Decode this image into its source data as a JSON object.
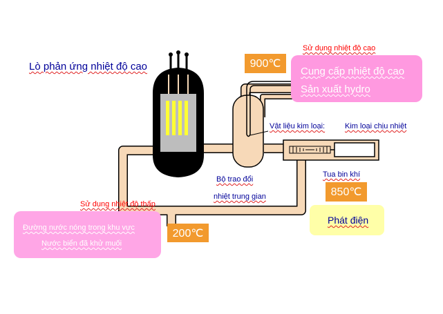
{
  "reactor": {
    "title": "Lò phản ứng nhiệt độ cao"
  },
  "high_temp": {
    "heading": "Sử dụng nhiệt độ cao",
    "temperature": "900℃",
    "line1": "Cung cấp nhiệt độ cao",
    "line2": "Sản xuất hydro"
  },
  "material": {
    "label": "Vật liệu kim loại:",
    "value": "Kim loại chịu nhiệt"
  },
  "exchanger": {
    "line1": "Bộ trao đổi",
    "line2": "nhiệt trung gian"
  },
  "turbine": {
    "label": "Tua bin khí",
    "temperature": "850℃",
    "output": "Phát điện"
  },
  "low_temp": {
    "heading": "Sử dụng nhiệt độ thấp",
    "temperature": "200℃",
    "line1": "Đường nước nóng trong khu vực",
    "line2": "Nước biển đã khử muối"
  },
  "colors": {
    "pipe": "#f7d9b8",
    "outline": "#000000",
    "heading_red": "#ff0000",
    "label_blue": "#000099",
    "orange_box": "#f29a2e",
    "pink_box": "#ff99e0",
    "yellow_box": "#ffffa8",
    "fuel_rod": "#ffff33"
  }
}
